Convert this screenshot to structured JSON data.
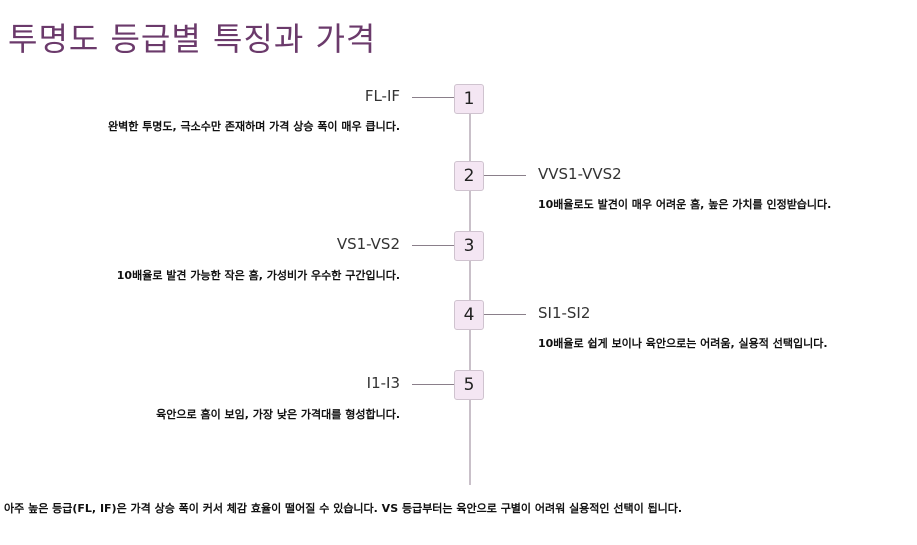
{
  "title": "투명도 등급별 특징과 가격",
  "steps": [
    {
      "number": "1",
      "grade": "FL-IF",
      "description": "완벽한 투명도, 극소수만 존재하며 가격 상승 폭이 매우 큽니다.",
      "side": "left"
    },
    {
      "number": "2",
      "grade": "VVS1-VVS2",
      "description": "10배율로도 발견이 매우 어려운 흠, 높은 가치를 인정받습니다.",
      "side": "right"
    },
    {
      "number": "3",
      "grade": "VS1-VS2",
      "description": "10배율로 발견 가능한 작은 흠, 가성비가 우수한 구간입니다.",
      "side": "left"
    },
    {
      "number": "4",
      "grade": "SI1-SI2",
      "description": "10배율로 쉽게 보이나 육안으로는 어려움, 실용적 선택입니다.",
      "side": "right"
    },
    {
      "number": "5",
      "grade": "I1-I3",
      "description": "육안으로 흠이 보임, 가장 낮은 가격대를 형성합니다.",
      "side": "left"
    }
  ],
  "footnote": "아주 높은 등급(FL, IF)은 가격 상승 폭이 커서 체감 효율이 떨어질 수 있습니다. VS 등급부터는 육안으로 구별이 어려워 실용적인 선택이 됩니다.",
  "colors": {
    "title": "#6b3a6b",
    "box_fill": "#f4e6f3",
    "box_border": "#cfc3cf",
    "axis": "#c9c0c9"
  }
}
